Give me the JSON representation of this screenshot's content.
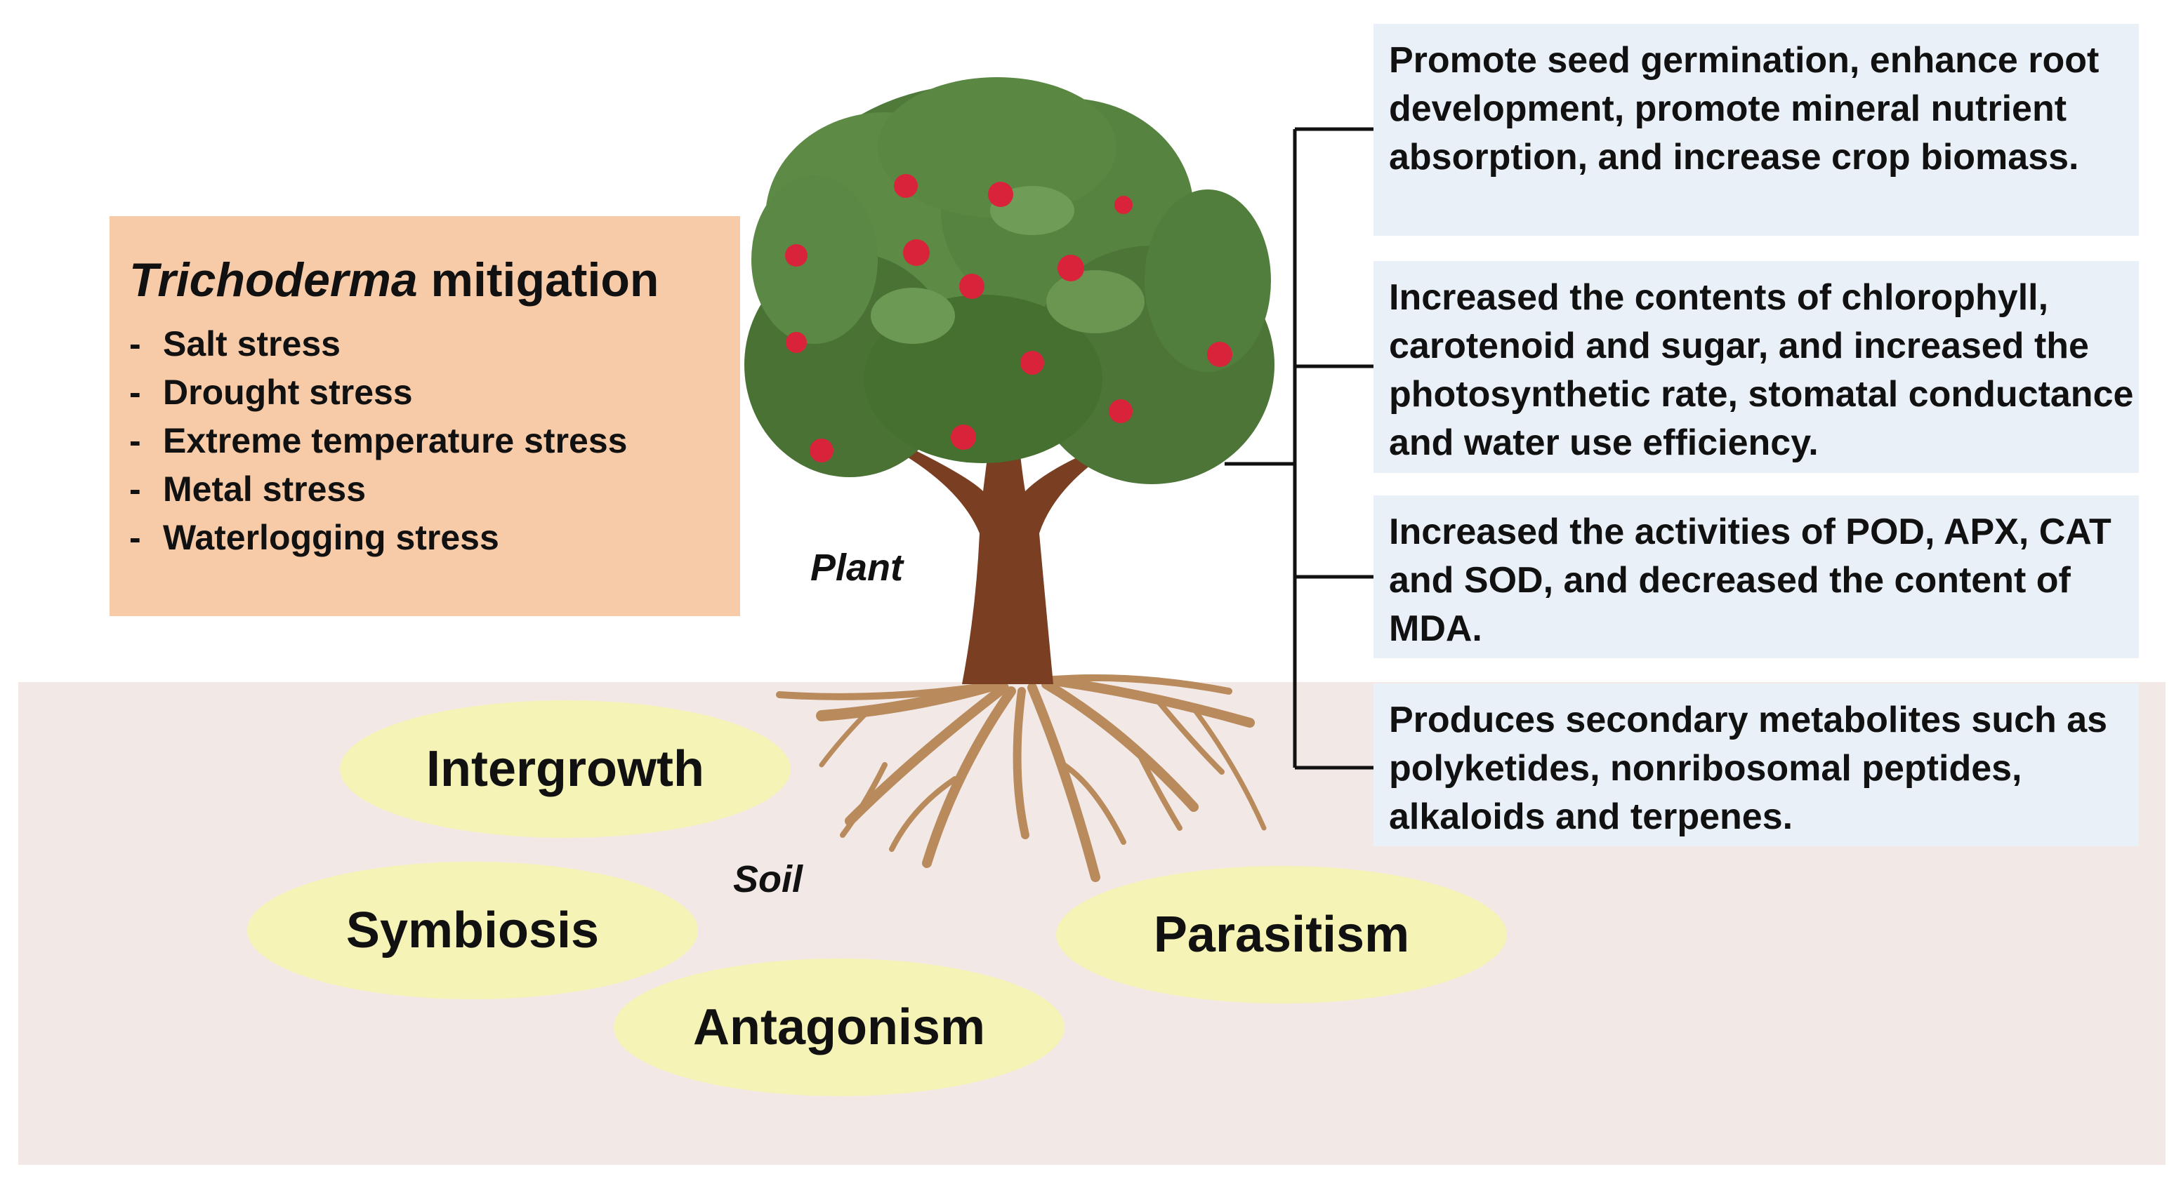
{
  "mitigation": {
    "title_italic": "Trichoderma",
    "title_rest": " mitigation",
    "items": [
      "Salt stress",
      "Drought stress",
      "Extreme temperature stress",
      "Metal stress",
      "Waterlogging stress"
    ],
    "dash": "-"
  },
  "labels": {
    "plant": "Plant",
    "soil": "Soil"
  },
  "effects": [
    "Promote seed germination, enhance root development, promote mineral nutrient absorption, and increase crop biomass.",
    "Increased the contents of chlorophyll, carotenoid and sugar, and increased the photosynthetic rate, stomatal conductance and water use efficiency.",
    "Increased the activities of POD, APX, CAT and SOD, and decreased the content of MDA.",
    "Produces secondary metabolites such as polyketides, nonribosomal peptides, alkaloids and terpenes."
  ],
  "interactions": [
    "Intergrowth",
    "Symbiosis",
    "Antagonism",
    "Parasitism"
  ],
  "colors": {
    "mitigation_box": "#f7cba8",
    "effect_box": "#eaf0f8",
    "soil": "#f2e9e7",
    "ellipse": "#f5f3b5",
    "foliage": "#4f7a3a",
    "trunk": "#7a3e22",
    "fruit": "#d9233a",
    "roots": "#b88a5c"
  }
}
